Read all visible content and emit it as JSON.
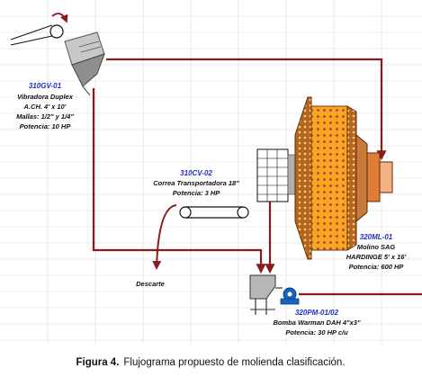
{
  "caption": {
    "prefix": "Figura 4.",
    "text": "Flujograma propuesto de molienda clasificación."
  },
  "equipment": {
    "vibrador": {
      "tag": "310GV-01",
      "lines": [
        "Vibradora Duplex",
        "A.CH. 4' x 10'",
        "Mallas: 1/2\" y 1/4\"",
        "Potencia: 10 HP"
      ]
    },
    "correa": {
      "tag": "310CV-02",
      "lines": [
        "Correa Transportadora 18\"",
        "Potencia: 3 HP"
      ]
    },
    "molino": {
      "tag": "320ML-01",
      "lines": [
        "Molino SAG",
        "HARDINGE 5' x 16'",
        "Potencia: 600 HP"
      ]
    },
    "bomba": {
      "tag": "320PM-01/02",
      "lines": [
        "Bomba Warman DAH 4\"x3\"",
        "Potencia: 30 HP c/u"
      ]
    },
    "descarte": {
      "label": "Descarte"
    }
  },
  "colors": {
    "flow_line": "#8b1a1a",
    "grid_line": "#d9d9d9",
    "tag_text": "#1f2fbf",
    "mill_shell": "#f5a623",
    "mill_dots": "#c0392b",
    "liner_brown": "#b5651d",
    "pump_blue": "#1565c0"
  }
}
